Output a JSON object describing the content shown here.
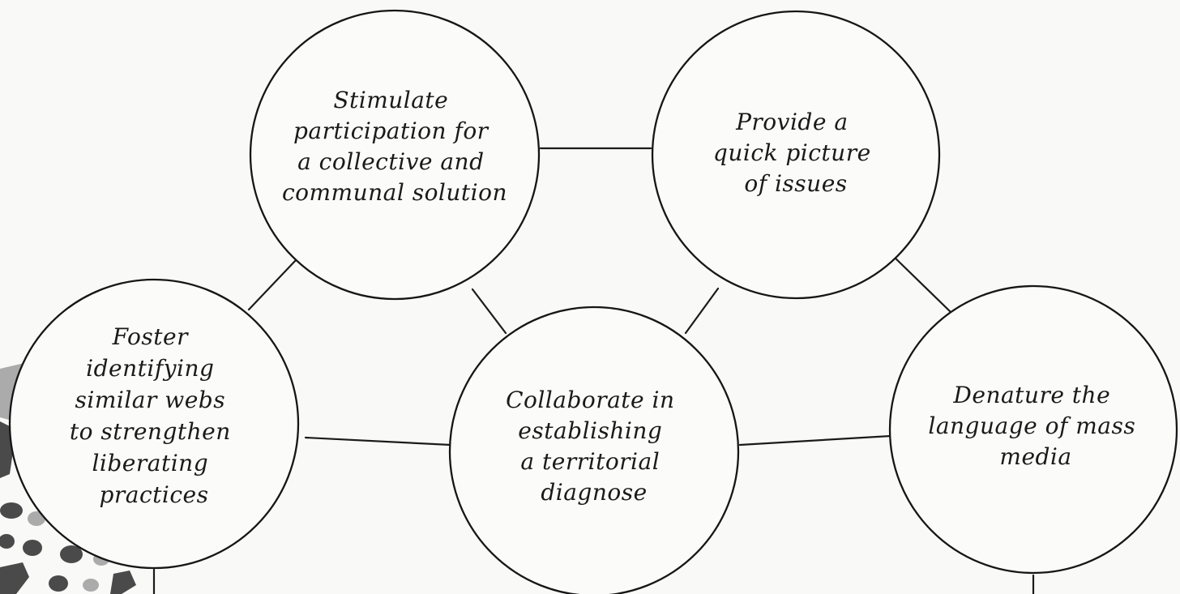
{
  "diagram": {
    "nodes": [
      {
        "id": "stimulate-participation",
        "lines": [
          "Stimulate",
          "participation for",
          "a collective and",
          "communal solution"
        ]
      },
      {
        "id": "provide-quick-picture",
        "lines": [
          "Provide a",
          "quick picture",
          "of issues"
        ]
      },
      {
        "id": "foster-identifying",
        "lines": [
          "Foster",
          "identifying",
          "similar webs",
          "to strengthen",
          "liberating",
          "practices"
        ]
      },
      {
        "id": "collaborate-territorial",
        "lines": [
          "Collaborate in",
          "establishing",
          "a territorial",
          "diagnose"
        ]
      },
      {
        "id": "denature-language",
        "lines": [
          "Denature the",
          "language of mass",
          "media"
        ]
      }
    ],
    "edges": [
      [
        "stimulate-participation",
        "provide-quick-picture"
      ],
      [
        "stimulate-participation",
        "foster-identifying"
      ],
      [
        "stimulate-participation",
        "collaborate-territorial"
      ],
      [
        "provide-quick-picture",
        "collaborate-territorial"
      ],
      [
        "provide-quick-picture",
        "denature-language"
      ],
      [
        "foster-identifying",
        "collaborate-territorial"
      ],
      [
        "collaborate-territorial",
        "denature-language"
      ]
    ],
    "colors": {
      "ink": "#161616",
      "paper": "#f4f4f3"
    }
  }
}
